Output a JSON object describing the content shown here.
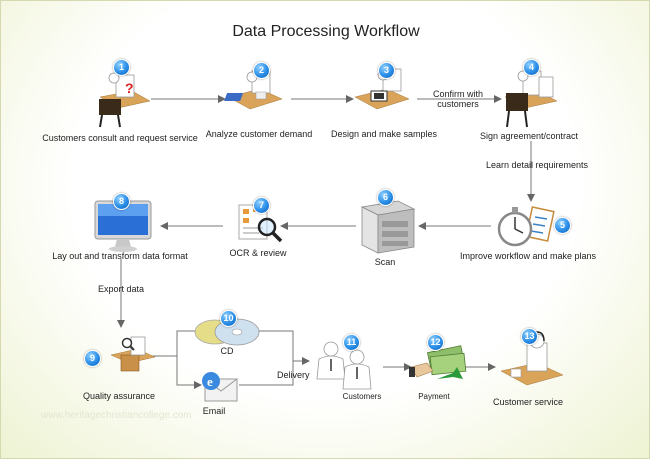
{
  "title": "Data Processing Workflow",
  "steps": [
    {
      "num": "1",
      "label": "Customers consult and request service"
    },
    {
      "num": "2",
      "label": "Analyze customer demand"
    },
    {
      "num": "3",
      "label": "Design and make samples"
    },
    {
      "num": "4",
      "label": "Sign agreement/contract"
    },
    {
      "num": "5",
      "label": "Improve workflow and make plans"
    },
    {
      "num": "6",
      "label": "Scan"
    },
    {
      "num": "7",
      "label": "OCR & review"
    },
    {
      "num": "8",
      "label": "Lay out and transform data  format"
    },
    {
      "num": "9",
      "label": "Quality assurance"
    },
    {
      "num": "10",
      "label": "CD"
    },
    {
      "num": "11",
      "label": "Customers"
    },
    {
      "num": "12",
      "label": "Payment"
    },
    {
      "num": "13",
      "label": "Customer service"
    }
  ],
  "connectors": {
    "confirm": "Confirm with customers",
    "learn": "Learn detail requirements",
    "export": "Export data",
    "email": "Email",
    "delivery": "Delivery"
  },
  "watermark": "www.heritagechristiancollege.com"
}
